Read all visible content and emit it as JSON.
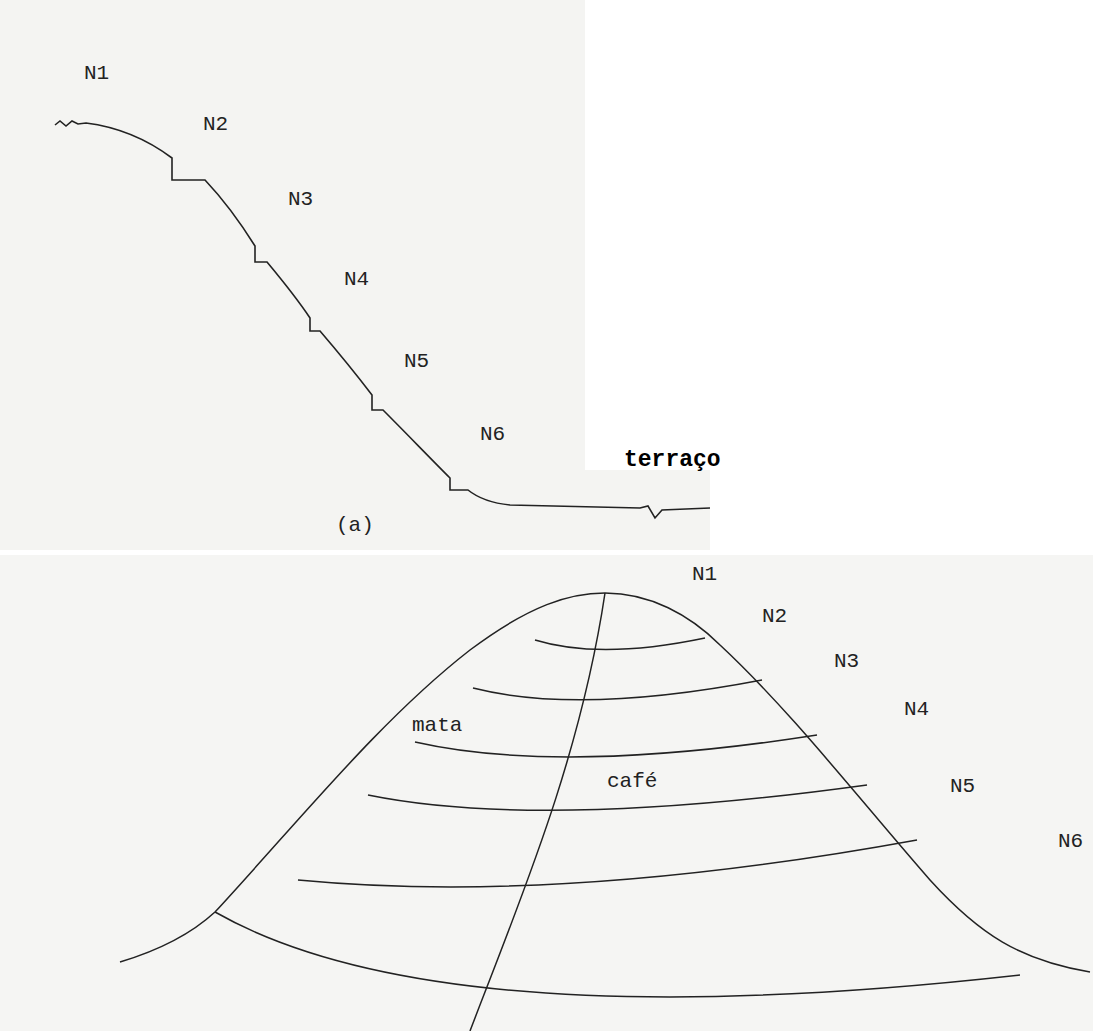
{
  "diagram": {
    "labels": [
      "N1",
      "N2",
      "N3",
      "N4",
      "N5",
      "N6",
      "terraço",
      "(a)",
      "N1",
      "N2",
      "N3",
      "N4",
      "N5",
      "N6",
      "mata",
      "café"
    ]
  }
}
